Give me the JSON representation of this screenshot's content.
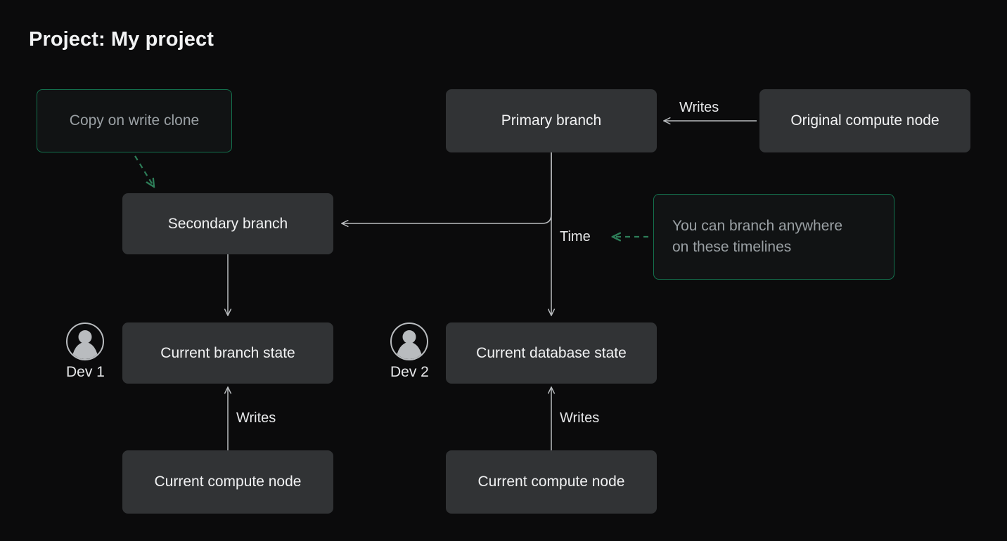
{
  "page": {
    "title": "Project: My project",
    "background_color": "#0b0b0c",
    "node_fill_color": "#313335",
    "accent_green": "#14724e",
    "wire_color": "#b9bcbf"
  },
  "nodes": {
    "copy_on_write_clone": "Copy on write clone",
    "primary_branch": "Primary branch",
    "original_compute_node": "Original compute node",
    "secondary_branch": "Secondary branch",
    "branch_anywhere_note_line1": "You can branch anywhere",
    "branch_anywhere_note_line2": "on these timelines",
    "current_branch_state": "Current branch state",
    "current_database_state": "Current database state",
    "current_compute_node_left": "Current compute node",
    "current_compute_node_right": "Current compute node"
  },
  "edges": {
    "writes_top": "Writes",
    "time": "Time",
    "writes_left": "Writes",
    "writes_right": "Writes"
  },
  "actors": {
    "dev1": "Dev 1",
    "dev2": "Dev 2"
  }
}
